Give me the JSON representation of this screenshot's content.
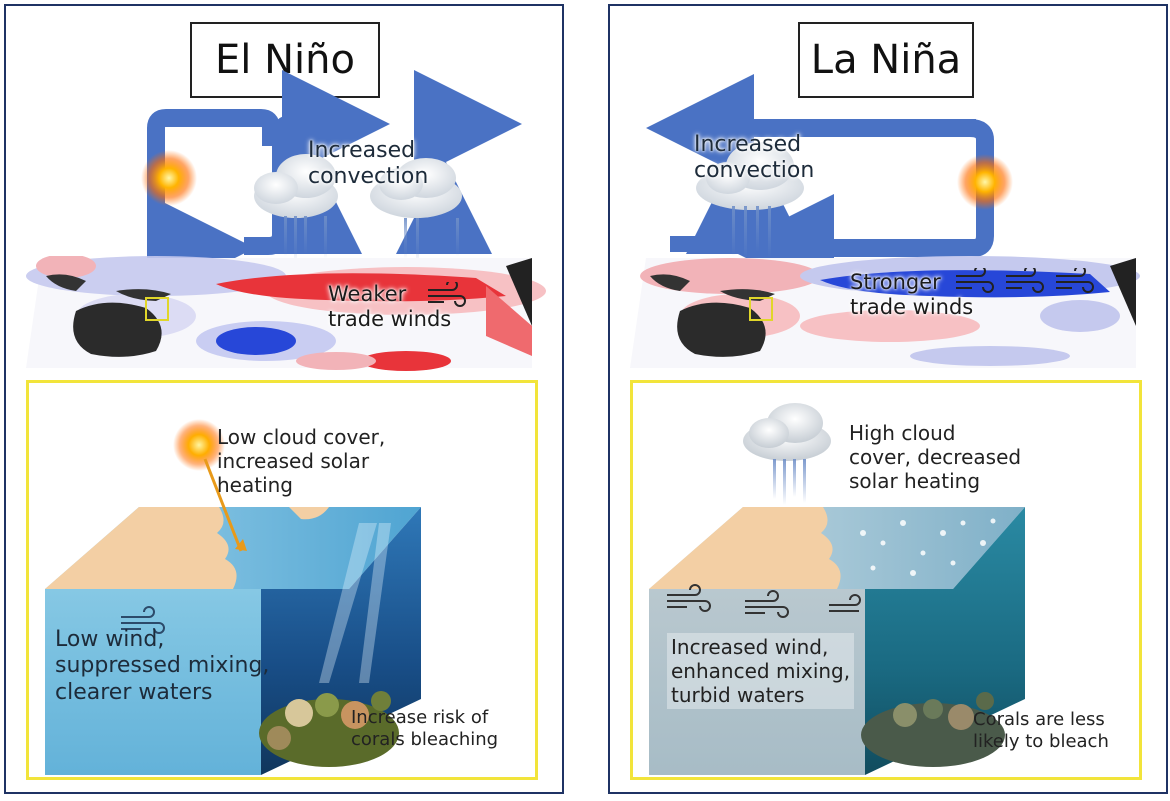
{
  "el_nino": {
    "title": "El Niño",
    "convection_label": "Increased\nconvection",
    "wind_label": "Weaker\ntrade winds",
    "inset_cloud_label": "Low cloud cover,\nincreased solar\nheating",
    "inset_wind_label": "Low wind,\nsuppressed mixing,\nclearer waters",
    "inset_coral_label": "Increase risk of\ncorals bleaching"
  },
  "la_nina": {
    "title": "La Niña",
    "convection_label": "Increased\nconvection",
    "wind_label": "Stronger\ntrade winds",
    "inset_cloud_label": "High cloud\ncover, decreased\nsolar heating",
    "inset_wind_label": "Increased wind,\nenhanced mixing,\nturbid waters",
    "inset_coral_label": "Corals are less\nlikely to bleach"
  },
  "colors": {
    "panel_border": "#1f3364",
    "arrow_blue": "#4a72c4",
    "warm_anomaly": "#e8343a",
    "cool_anomaly": "#2747d8",
    "inset_border": "#f2e43a",
    "land": "#f3cfa4"
  }
}
